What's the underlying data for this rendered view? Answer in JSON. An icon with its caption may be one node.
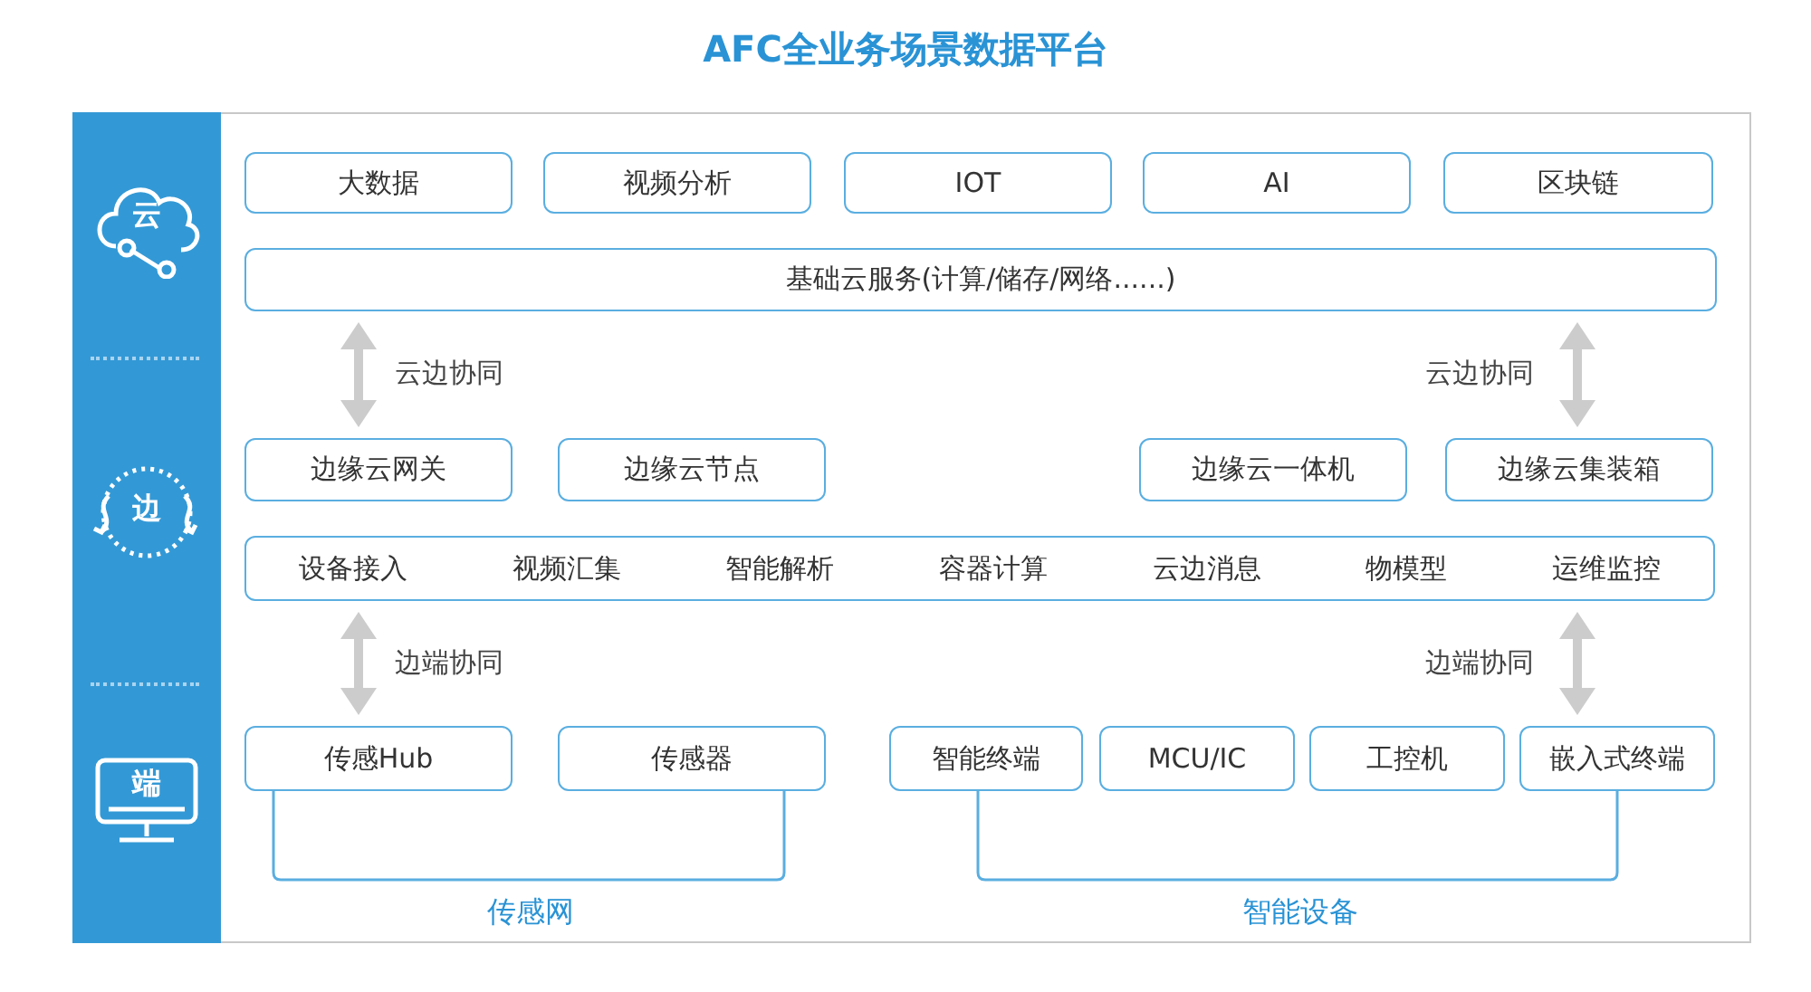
{
  "diagram": {
    "title": "AFC全业务场景数据平台",
    "nodes": [
      {
        "text": [
          "云"
        ]
      },
      {
        "text": [
          "边"
        ]
      },
      {
        "text": [
          "端"
        ]
      },
      {
        "text": [
          "大数据"
        ]
      },
      {
        "text": [
          "视频分析"
        ]
      },
      {
        "text": [
          "IOT"
        ]
      },
      {
        "text": [
          "AI"
        ]
      },
      {
        "text": [
          "区块链"
        ]
      },
      {
        "text": [
          "基础云服务(计算/储存/网络......)"
        ]
      },
      {
        "text": [
          "边缘云网关"
        ]
      },
      {
        "text": [
          "边缘云节点"
        ]
      },
      {
        "text": [
          "边缘云一体机"
        ]
      },
      {
        "text": [
          "边缘云集装箱"
        ]
      },
      {
        "text": [
          "设备接入",
          "视频汇集",
          "智能解析",
          "容器计算",
          "云边消息",
          "物模型",
          "运维监控"
        ]
      },
      {
        "text": [
          "传感Hub"
        ]
      },
      {
        "text": [
          "传感器"
        ]
      },
      {
        "text": [
          "智能终端"
        ]
      },
      {
        "text": [
          "MCU/IC"
        ]
      },
      {
        "text": [
          "工控机"
        ]
      },
      {
        "text": [
          "嵌入式终端"
        ]
      }
    ],
    "edges": [
      {
        "from": 8,
        "to": 9,
        "arrow": "both",
        "label": "云边协同"
      },
      {
        "from": 8,
        "to": 12,
        "arrow": "both",
        "label": "云边协同"
      },
      {
        "from": 13,
        "to": 14,
        "arrow": "both",
        "label": "边端协同"
      },
      {
        "from": 13,
        "to": 19,
        "arrow": "both",
        "label": "边端协同"
      }
    ],
    "labels": [
      "传感网",
      "智能设备"
    ]
  }
}
